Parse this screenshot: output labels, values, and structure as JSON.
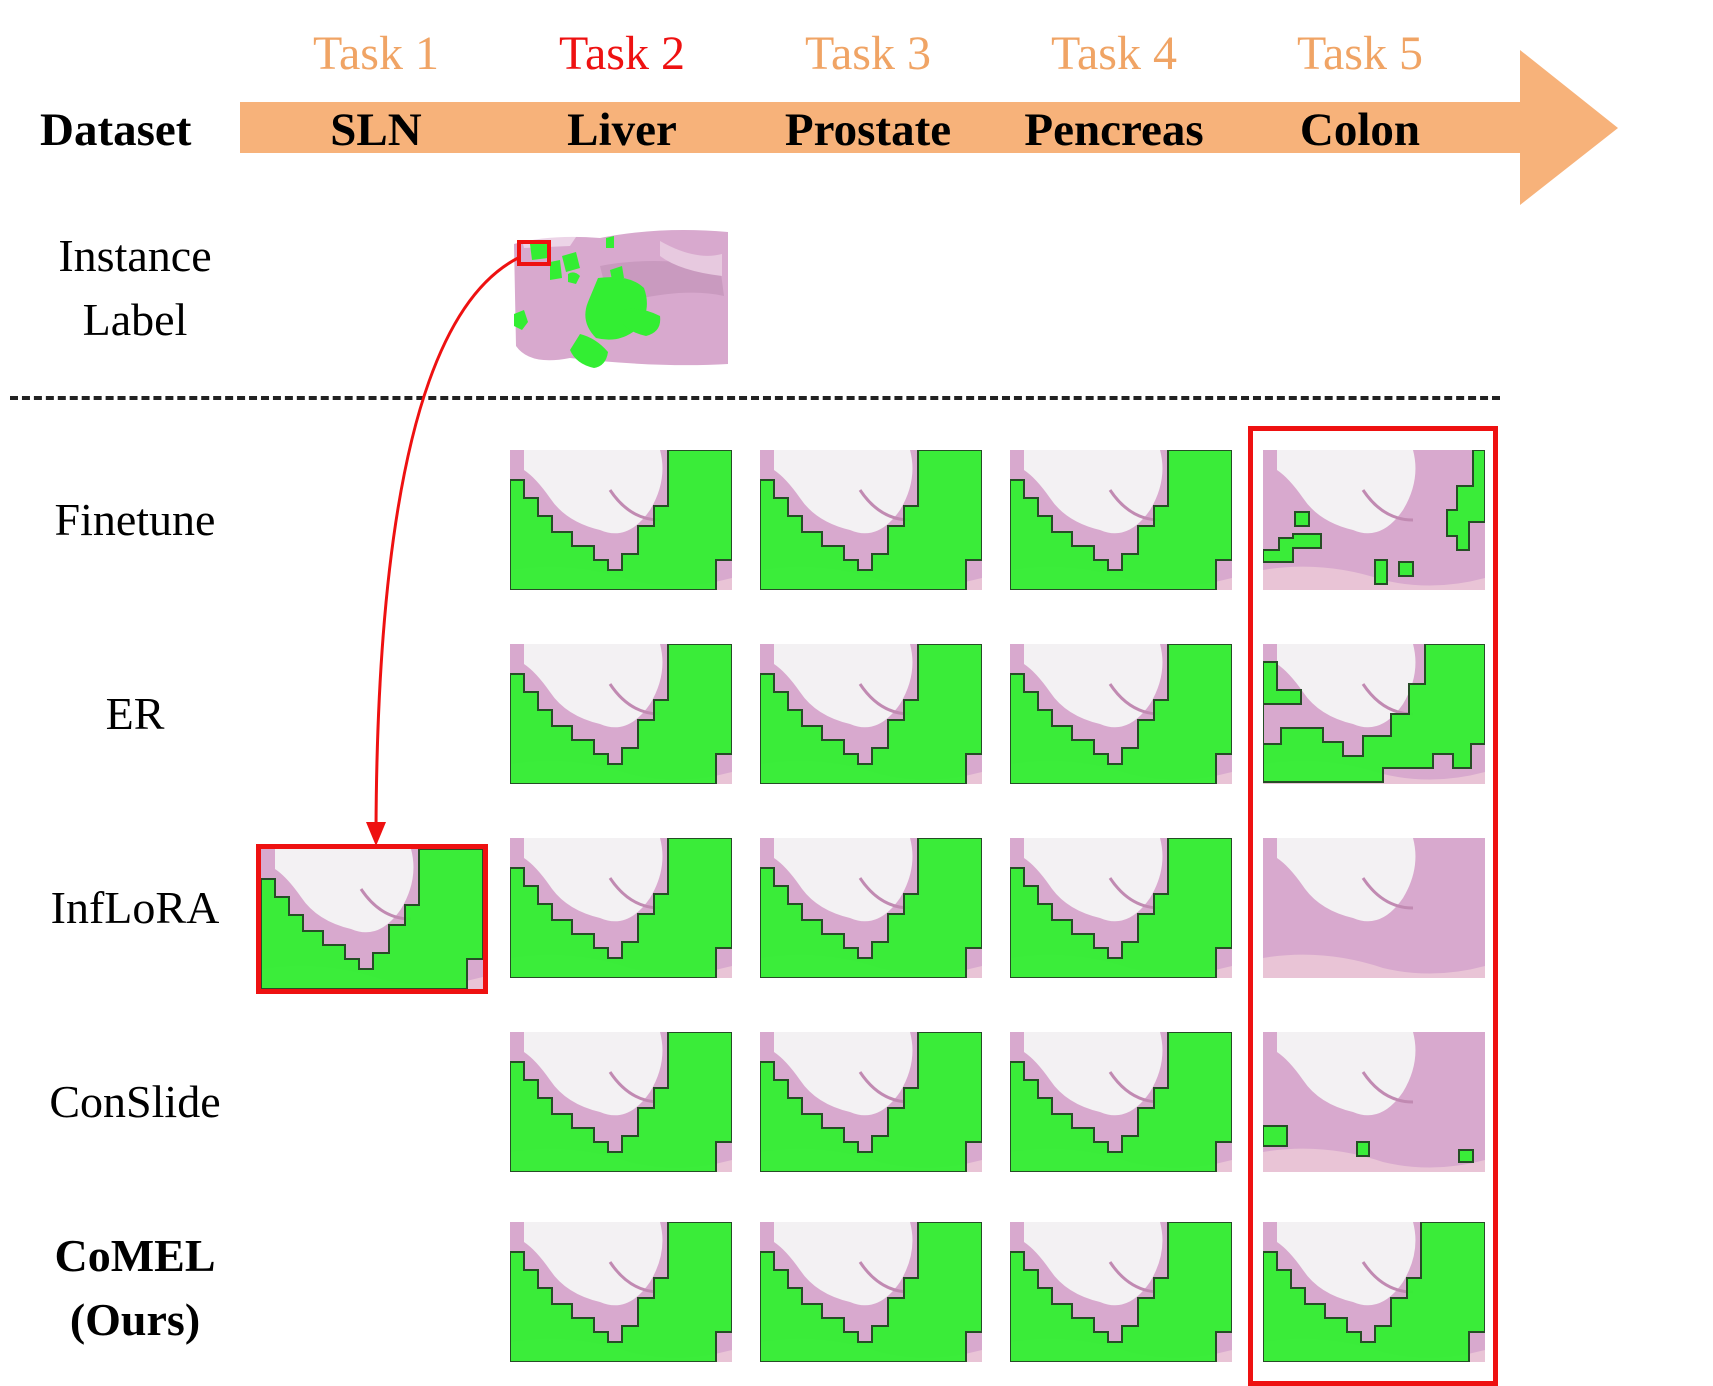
{
  "colors": {
    "arrow": "#F7B27A",
    "task_default": "#F0A465",
    "task_highlight": "#EE1111",
    "highlight_box": "#EE1111",
    "mask_green": "#33EE33",
    "tissue_pink": "#D8A9CE"
  },
  "header": {
    "dataset_label": "Dataset",
    "tasks": [
      {
        "label": "Task 1",
        "dataset": "SLN",
        "highlight": false
      },
      {
        "label": "Task 2",
        "dataset": "Liver",
        "highlight": true
      },
      {
        "label": "Task 3",
        "dataset": "Prostate",
        "highlight": false
      },
      {
        "label": "Task 4",
        "dataset": "Pencreas",
        "highlight": false
      },
      {
        "label": "Task 5",
        "dataset": "Colon",
        "highlight": false
      }
    ]
  },
  "instance_label": {
    "line1": "Instance",
    "line2": "Label"
  },
  "methods": [
    {
      "name": "Finetune",
      "bold": false,
      "task5_mask": "sparse"
    },
    {
      "name": "ER",
      "bold": false,
      "task5_mask": "partial"
    },
    {
      "name": "InfLoRA",
      "bold": false,
      "task5_mask": "none"
    },
    {
      "name": "ConSlide",
      "bold": false,
      "task5_mask": "few"
    },
    {
      "name": "CoMEL",
      "name_line2": "(Ours)",
      "bold": true,
      "task5_mask": "full"
    }
  ]
}
